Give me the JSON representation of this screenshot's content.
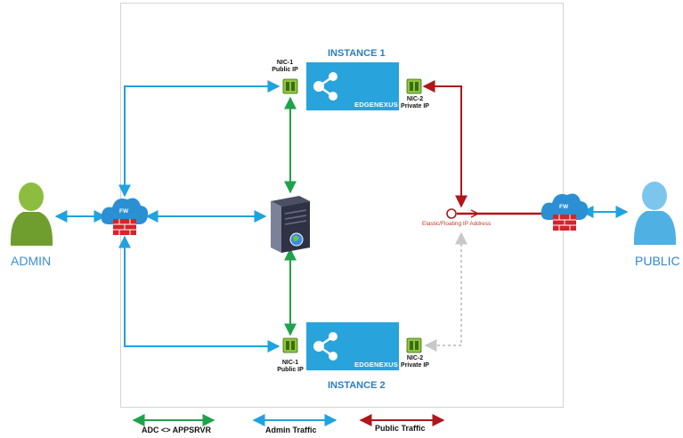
{
  "instances": [
    {
      "title": "INSTANCE 1",
      "brand": "EDGENEXUS",
      "nic1": {
        "line1": "NIC-1",
        "line2": "Public IP"
      },
      "nic2": {
        "line1": "NIC-2",
        "line2": "Private IP"
      }
    },
    {
      "title": "INSTANCE 2",
      "brand": "EDGENEXUS",
      "nic1": {
        "line1": "NIC-1",
        "line2": "Public IP"
      },
      "nic2": {
        "line1": "NIC-2",
        "line2": "Private IP"
      }
    }
  ],
  "actors": {
    "admin": "ADMIN",
    "public": "PUBLIC"
  },
  "firewall_label": "FW",
  "floating_ip_label": "Elastic/Floating IP Address",
  "legend": [
    {
      "label": "ADC <> APPSRVR",
      "color": "#1ea24a"
    },
    {
      "label": "Admin Traffic",
      "color": "#1fa2df"
    },
    {
      "label": "Public Traffic",
      "color": "#b0161a"
    }
  ],
  "colors": {
    "admin_traffic": "#1fa2df",
    "adc_traffic": "#1ea24a",
    "public_traffic": "#b0161a",
    "standby_path": "#c8c8c8",
    "instance_box": "#29a3dc",
    "user_admin": "#7cae3a",
    "user_public": "#5cb8e8",
    "firewall_cloud": "#2b8fd4",
    "firewall_brick": "#d7232a"
  },
  "icons": {
    "user": "user-icon",
    "firewall": "firewall-cloud-icon",
    "server": "server-icon",
    "nic": "network-card-icon",
    "share": "share-icon"
  }
}
